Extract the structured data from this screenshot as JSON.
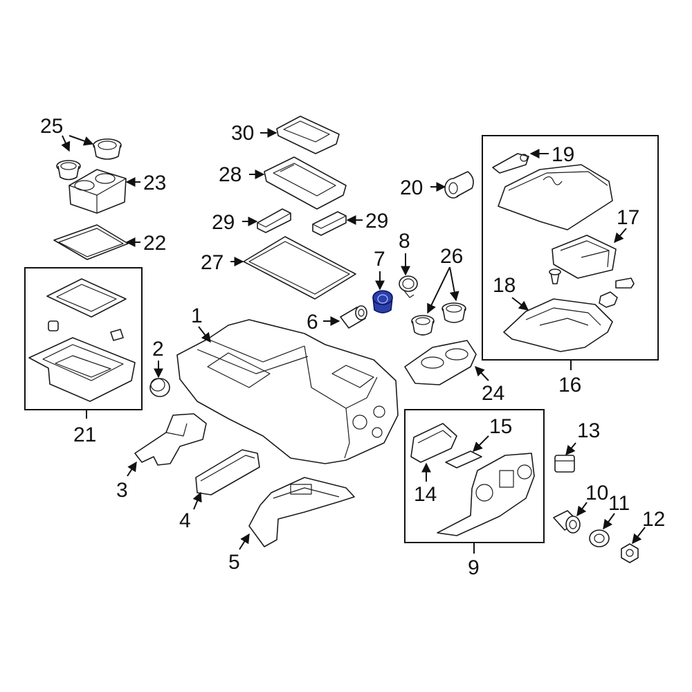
{
  "diagram": {
    "highlight_color": "#2b3fa8",
    "callouts": [
      {
        "id": "c1",
        "text": "1"
      },
      {
        "id": "c2",
        "text": "2"
      },
      {
        "id": "c3",
        "text": "3"
      },
      {
        "id": "c4",
        "text": "4"
      },
      {
        "id": "c5",
        "text": "5"
      },
      {
        "id": "c6",
        "text": "6"
      },
      {
        "id": "c7",
        "text": "7"
      },
      {
        "id": "c8",
        "text": "8"
      },
      {
        "id": "c9",
        "text": "9"
      },
      {
        "id": "c10",
        "text": "10"
      },
      {
        "id": "c11",
        "text": "11"
      },
      {
        "id": "c12",
        "text": "12"
      },
      {
        "id": "c13",
        "text": "13"
      },
      {
        "id": "c14",
        "text": "14"
      },
      {
        "id": "c15",
        "text": "15"
      },
      {
        "id": "c16",
        "text": "16"
      },
      {
        "id": "c17",
        "text": "17"
      },
      {
        "id": "c18",
        "text": "18"
      },
      {
        "id": "c19",
        "text": "19"
      },
      {
        "id": "c20",
        "text": "20"
      },
      {
        "id": "c21",
        "text": "21"
      },
      {
        "id": "c22",
        "text": "22"
      },
      {
        "id": "c23",
        "text": "23"
      },
      {
        "id": "c24",
        "text": "24"
      },
      {
        "id": "c25",
        "text": "25"
      },
      {
        "id": "c26",
        "text": "26"
      },
      {
        "id": "c27",
        "text": "27"
      },
      {
        "id": "c28",
        "text": "28"
      },
      {
        "id": "c29a",
        "text": "29"
      },
      {
        "id": "c29b",
        "text": "29"
      },
      {
        "id": "c30",
        "text": "30"
      }
    ]
  }
}
